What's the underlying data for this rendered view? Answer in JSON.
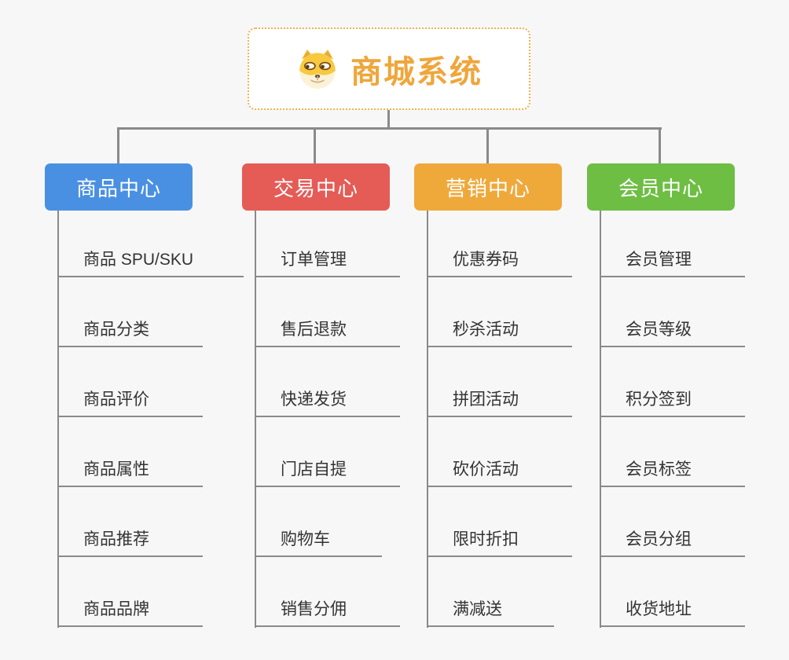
{
  "root": {
    "title": "商城系统",
    "icon": "doge-icon"
  },
  "columns": [
    {
      "title": "商品中心",
      "color_key": "blue",
      "items": [
        "商品 SPU/SKU",
        "商品分类",
        "商品评价",
        "商品属性",
        "商品推荐",
        "商品品牌"
      ]
    },
    {
      "title": "交易中心",
      "color_key": "red",
      "items": [
        "订单管理",
        "售后退款",
        "快递发货",
        "门店自提",
        "购物车",
        "销售分佣"
      ]
    },
    {
      "title": "营销中心",
      "color_key": "orange",
      "items": [
        "优惠券码",
        "秒杀活动",
        "拼团活动",
        "砍价活动",
        "限时折扣",
        "满减送"
      ]
    },
    {
      "title": "会员中心",
      "color_key": "green",
      "items": [
        "会员管理",
        "会员等级",
        "积分签到",
        "会员标签",
        "会员分组",
        "收货地址"
      ]
    }
  ],
  "colors": {
    "blue": "#4a90e2",
    "red": "#e55b56",
    "orange": "#efa93b",
    "green": "#6ebe44",
    "root-accent": "#efa63b",
    "root-border": "#f5b04c",
    "line": "#8a8a8a",
    "text": "#333333",
    "bg": "#f7f7f7"
  }
}
